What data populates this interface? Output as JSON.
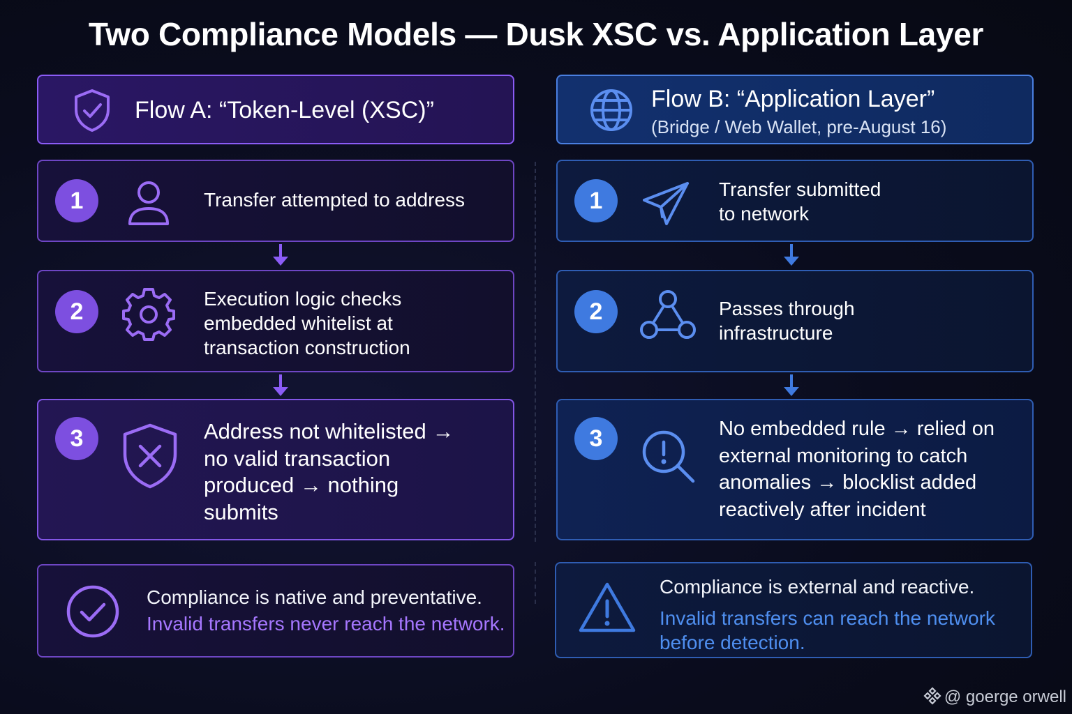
{
  "title": "Two Compliance Models — Dusk XSC vs. Application Layer",
  "colors": {
    "flow_a_accent": "#7d4fe0",
    "flow_a_highlight": "#a677ff",
    "flow_b_accent": "#3f7ae0",
    "flow_b_highlight": "#4f8ff0",
    "background": "#0a0c1d"
  },
  "flow_a": {
    "icon": "shield-check-icon",
    "title": "Flow A: “Token-Level (XSC)”",
    "steps": [
      {
        "number": "1",
        "icon": "user-icon",
        "lines": [
          "Transfer attempted to address"
        ]
      },
      {
        "number": "2",
        "icon": "gear-icon",
        "lines": [
          "Execution logic checks",
          "embedded whitelist at",
          "transaction construction"
        ]
      },
      {
        "number": "3",
        "icon": "shield-x-icon",
        "lines": [
          "Address not whitelisted →",
          "no valid transaction",
          "produced → nothing",
          "submits"
        ]
      }
    ],
    "summary": {
      "icon": "check-circle-icon",
      "line1": "Compliance is native and preventative.",
      "line2": "Invalid transfers never reach the network."
    }
  },
  "flow_b": {
    "icon": "globe-icon",
    "title": "Flow B: “Application Layer”",
    "subtitle": "(Bridge / Web Wallet, pre-August 16)",
    "steps": [
      {
        "number": "1",
        "icon": "paper-plane-icon",
        "lines": [
          "Transfer submitted",
          "to network"
        ]
      },
      {
        "number": "2",
        "icon": "network-nodes-icon",
        "lines": [
          "Passes through",
          "infrastructure"
        ]
      },
      {
        "number": "3",
        "icon": "search-alert-icon",
        "lines": [
          "No embedded rule → relied on",
          "external monitoring to catch",
          "anomalies → blocklist added",
          "reactively after incident"
        ]
      }
    ],
    "summary": {
      "icon": "warning-triangle-icon",
      "line1": "Compliance is external and reactive.",
      "line2a": "Invalid transfers can reach the network",
      "line2b": "before detection."
    }
  },
  "watermark": {
    "icon": "binance-logo-icon",
    "text": "@ goerge orwell"
  }
}
